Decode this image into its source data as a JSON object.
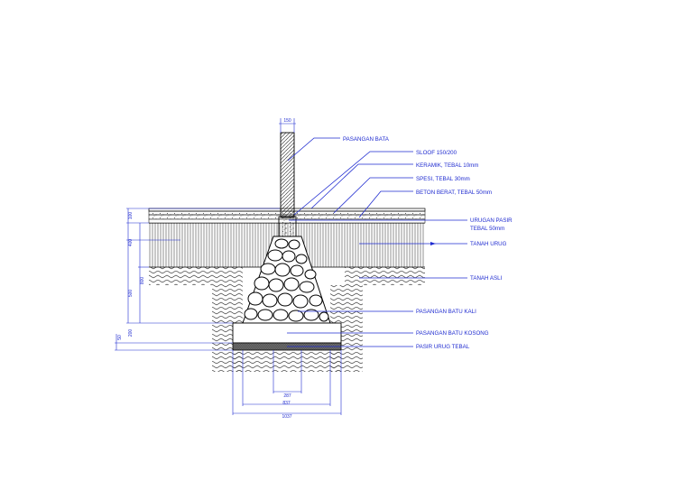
{
  "labels": {
    "pasangan_bata": "PASANGAN BATA",
    "sloof": "SLOOF 150/200",
    "keramik": "KERAMIK, TEBAL 10mm",
    "spesi": "SPESI, TEBAL 30mm",
    "beton_berat": "BETON BERAT, TEBAL 50mm",
    "urugan_pasir_1": "URUGAN PASIR",
    "urugan_pasir_2": "TEBAL 50mm",
    "tanah_urug": "TANAH URUG",
    "tanah_asli": "TANAH ASLI",
    "pasangan_batu_kali": "PASANGAN BATU KALI",
    "pasangan_batu_kosong": "PASANGAN BATU KOSONG",
    "pasir_urug": "PASIR URUG TEBAL"
  },
  "dimensions": {
    "wall_width": "150",
    "floor_total": "100",
    "fill_depth": "400",
    "depth_a": "800",
    "depth_b": "500",
    "depth_c": "200",
    "depth_d": "50",
    "top_width": "287",
    "mid_width": "837",
    "base_width": "1037"
  },
  "colors": {
    "annotation": "#1f2bd0",
    "linework": "#000000"
  }
}
